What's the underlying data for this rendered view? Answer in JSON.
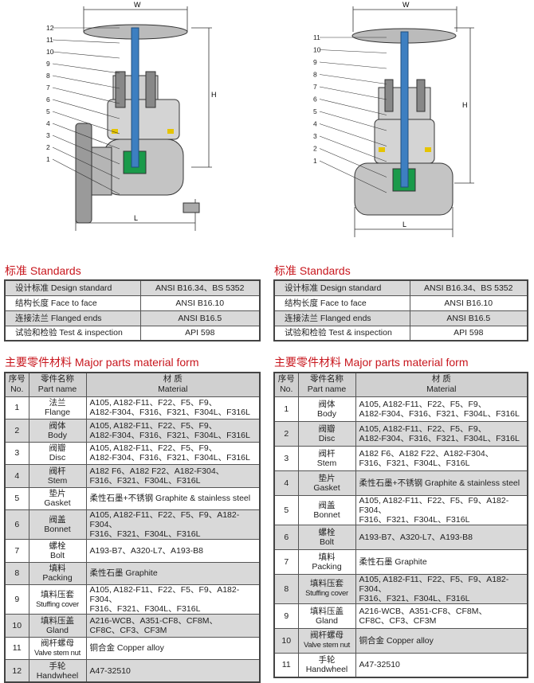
{
  "left_diagram": {
    "dims": {
      "w": "W",
      "h": "H",
      "l": "L"
    },
    "labels": [
      "12",
      "11",
      "10",
      "9",
      "8",
      "7",
      "6",
      "5",
      "4",
      "3",
      "2",
      "1"
    ]
  },
  "right_diagram": {
    "dims": {
      "w": "W",
      "h": "H",
      "l": "L"
    },
    "labels": [
      "11",
      "10",
      "9",
      "8",
      "7",
      "6",
      "5",
      "4",
      "3",
      "2",
      "1"
    ]
  },
  "left": {
    "standards_title": "标准 Standards",
    "standards": [
      {
        "k": "设计标准 Design standard",
        "v": "ANSI B16.34、BS 5352"
      },
      {
        "k": "结构长度 Face to face",
        "v": "ANSI B16.10"
      },
      {
        "k": "连接法兰 Flanged ends",
        "v": "ANSI B16.5"
      },
      {
        "k": "试验和检验 Test & inspection",
        "v": "API 598"
      }
    ],
    "parts_title": "主要零件材料 Major parts material form",
    "headers": {
      "no_cn": "序号",
      "no_en": "No.",
      "part_cn": "零件名称",
      "part_en": "Part name",
      "mat_cn": "材 质",
      "mat_en": "Material"
    },
    "parts": [
      {
        "no": "1",
        "cn": "法兰",
        "en": "Flange",
        "m1": "A105, A182-F11、F22、F5、F9、",
        "m2": "A182-F304、F316、F321、F304L、F316L"
      },
      {
        "no": "2",
        "cn": "阀体",
        "en": "Body",
        "m1": "A105, A182-F11、F22、F5、F9、",
        "m2": "A182-F304、F316、F321、F304L、F316L"
      },
      {
        "no": "3",
        "cn": "阀瓣",
        "en": "Disc",
        "m1": "A105, A182-F11、F22、F5、F9、",
        "m2": "A182-F304、F316、F321、F304L、F316L"
      },
      {
        "no": "4",
        "cn": "阀杆",
        "en": "Stem",
        "m1": "A182 F6、A182 F22、A182-F304、",
        "m2": "F316、F321、F304L、F316L"
      },
      {
        "no": "5",
        "cn": "垫片",
        "en": "Gasket",
        "m1": "柔性石墨+不锈钢 Graphite & stainless steel",
        "m2": ""
      },
      {
        "no": "6",
        "cn": "阀盖",
        "en": "Bonnet",
        "m1": "A105, A182-F11、F22、F5、F9、A182-F304、",
        "m2": "F316、F321、F304L、F316L"
      },
      {
        "no": "7",
        "cn": "螺栓",
        "en": "Bolt",
        "m1": "A193-B7、A320-L7、A193-B8",
        "m2": ""
      },
      {
        "no": "8",
        "cn": "填料",
        "en": "Packing",
        "m1": "柔性石墨 Graphite",
        "m2": ""
      },
      {
        "no": "9",
        "cn": "填料压套",
        "en": "Stuffing cover",
        "m1": "A105, A182-F11、F22、F5、F9、A182-F304、",
        "m2": "F316、F321、F304L、F316L"
      },
      {
        "no": "10",
        "cn": "填料压盖",
        "en": "Gland",
        "m1": "A216-WCB、A351-CF8、CF8M、",
        "m2": "CF8C、CF3、CF3M"
      },
      {
        "no": "11",
        "cn": "阀杆螺母",
        "en": "Valve stem nut",
        "m1": "铜合金 Copper alloy",
        "m2": ""
      },
      {
        "no": "12",
        "cn": "手轮",
        "en": "Handwheel",
        "m1": "A47-32510",
        "m2": ""
      }
    ]
  },
  "right": {
    "standards_title": "标准 Standards",
    "standards": [
      {
        "k": "设计标准 Design standard",
        "v": "ANSI B16.34、BS 5352"
      },
      {
        "k": "结构长度 Face to face",
        "v": "ANSI B16.10"
      },
      {
        "k": "连接法兰 Flanged ends",
        "v": "ANSI B16.5"
      },
      {
        "k": "试验和检验 Test & inspection",
        "v": "API 598"
      }
    ],
    "parts_title": "主要零件材料 Major parts material form",
    "headers": {
      "no_cn": "序号",
      "no_en": "No.",
      "part_cn": "零件名称",
      "part_en": "Part name",
      "mat_cn": "材 质",
      "mat_en": "Material"
    },
    "parts": [
      {
        "no": "1",
        "cn": "阀体",
        "en": "Body",
        "m1": "A105, A182-F11、F22、F5、F9、",
        "m2": "A182-F304、F316、F321、F304L、F316L"
      },
      {
        "no": "2",
        "cn": "阀瓣",
        "en": "Disc",
        "m1": "A105, A182-F11、F22、F5、F9、",
        "m2": "A182-F304、F316、F321、F304L、F316L"
      },
      {
        "no": "3",
        "cn": "阀杆",
        "en": "Stem",
        "m1": "A182 F6、A182 F22、A182-F304、",
        "m2": "F316、F321、F304L、F316L"
      },
      {
        "no": "4",
        "cn": "垫片",
        "en": "Gasket",
        "m1": "柔性石墨+不锈钢 Graphite & stainless steel",
        "m2": ""
      },
      {
        "no": "5",
        "cn": "阀盖",
        "en": "Bonnet",
        "m1": "A105, A182-F11、F22、F5、F9、A182-F304、",
        "m2": "F316、F321、F304L、F316L"
      },
      {
        "no": "6",
        "cn": "螺栓",
        "en": "Bolt",
        "m1": "A193-B7、A320-L7、A193-B8",
        "m2": ""
      },
      {
        "no": "7",
        "cn": "填料",
        "en": "Packing",
        "m1": "柔性石墨 Graphite",
        "m2": ""
      },
      {
        "no": "8",
        "cn": "填料压套",
        "en": "Stuffing cover",
        "m1": "A105, A182-F11、F22、F5、F9、A182-F304、",
        "m2": "F316、F321、F304L、F316L"
      },
      {
        "no": "9",
        "cn": "填料压盖",
        "en": "Gland",
        "m1": "A216-WCB、A351-CF8、CF8M、",
        "m2": "CF8C、CF3、CF3M"
      },
      {
        "no": "10",
        "cn": "阀杆螺母",
        "en": "Valve stem nut",
        "m1": "铜合金 Copper alloy",
        "m2": ""
      },
      {
        "no": "11",
        "cn": "手轮",
        "en": "Handwheel",
        "m1": "A47-32510",
        "m2": ""
      }
    ]
  }
}
